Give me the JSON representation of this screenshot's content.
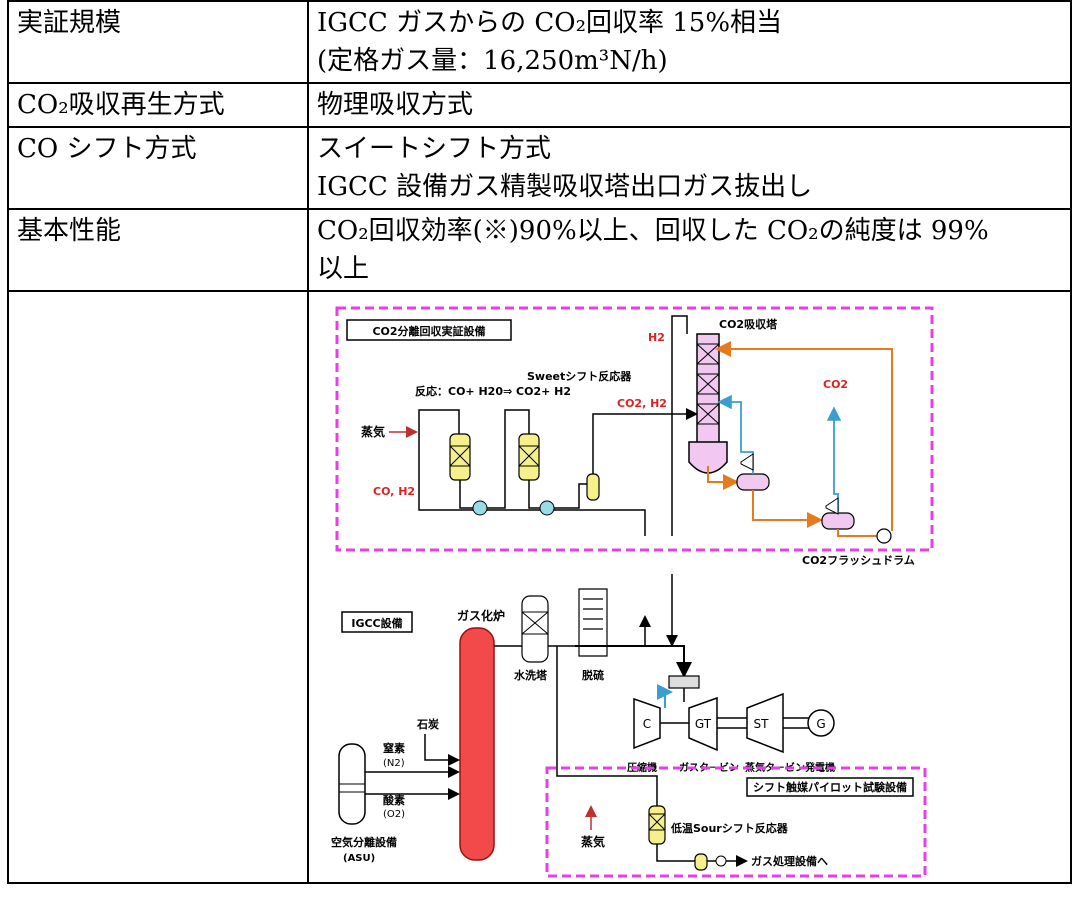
{
  "table": {
    "rows": [
      {
        "key": "実証規模",
        "lines": [
          "IGCC ガスからの CO₂回収率 15%相当",
          "(定格ガス量：16,250m³N/h)"
        ]
      },
      {
        "key": "CO₂吸収再生方式",
        "lines": [
          "物理吸収方式"
        ]
      },
      {
        "key": "CO シフト方式",
        "lines": [
          "スイートシフト方式",
          "IGCC 設備ガス精製吸収塔出口ガス抜出し"
        ]
      },
      {
        "key": "基本性能",
        "lines": [
          "CO₂回収効率(※)90%以上、回収した CO₂の純度は 99%",
          "以上"
        ]
      }
    ]
  },
  "diagram": {
    "co2_box_title": "CO2分離回収実証設備",
    "h2_label": "H2",
    "absorber_label": "CO2吸収塔",
    "sweet_title": "Sweetシフト反応器",
    "reaction": "反応：CO+ H20⇒ CO2+ H2",
    "steam": "蒸気",
    "co_h2": "CO, H2",
    "co2_h2": "CO2, H2",
    "co2_out": "CO2",
    "flash_drum": "CO2フラッシュドラム",
    "igcc_box": "IGCC設備",
    "gasifier": "ガス化炉",
    "water_wash": "水洗塔",
    "desulf": "脱硫",
    "coal": "石炭",
    "n2_label": "窒素",
    "n2_formula": "(N2)",
    "o2_label": "酸素",
    "o2_formula": "(O2)",
    "asu_label": "空気分離設備",
    "asu_abbr": "(ASU)",
    "c": "C",
    "gt": "GT",
    "st": "ST",
    "g": "G",
    "compressor": "圧縮機",
    "gas_turbine": "ガスタ－ビン",
    "steam_turbine": "蒸気タ－ビン",
    "generator": "発電機",
    "pilot_title": "シフト触媒パイロット試験設備",
    "steam2": "蒸気",
    "sour_shift": "低温Sourシフト反応器",
    "to_gas_treat": "ガス処理設備へ"
  },
  "colors": {
    "magenta": "#e83ee8",
    "orange": "#e87a1e",
    "blue": "#3a9fd0",
    "red": "#e02020",
    "yellow": "#f5f08a",
    "pink": "#f0c8f0"
  }
}
